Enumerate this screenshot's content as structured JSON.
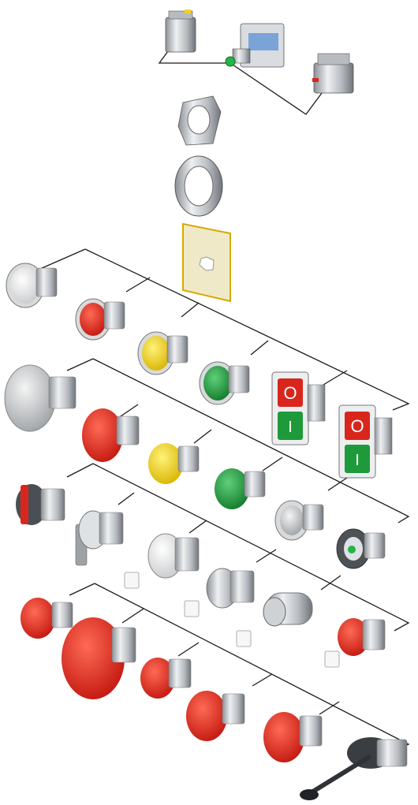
{
  "colors": {
    "background": "#ffffff",
    "connector_line": "#1a1a1a",
    "metal_silver": "#c9ccd0",
    "chrome_dark": "#6b6f75",
    "red": "#d9261c",
    "yellow": "#f2d21a",
    "green": "#1f9a3a",
    "white_cap": "#f3f3f3",
    "plate": "#efe9c7"
  },
  "components": {
    "contact_blocks": [
      "contact-block-grey",
      "contact-block-green-led",
      "contact-block-red"
    ],
    "adapter": "mounting-adapter",
    "ring": "fixing-ring",
    "plate": "legend-plate",
    "row_flush_buttons": [
      "white",
      "red",
      "yellow",
      "green",
      "double-button",
      "double-button"
    ],
    "row_mushroom_buttons": [
      "grey-mushroom",
      "red-mushroom",
      "yellow-mushroom",
      "green-mushroom",
      "pilot-light-grey",
      "pilot-light-green"
    ],
    "row_selectors": [
      "selector-red",
      "selector-grey",
      "key-selector-white",
      "key-selector-silver",
      "key-switch-barrel",
      "key-switch-red"
    ],
    "row_emergency": [
      "red-small",
      "red-large",
      "red-medium",
      "red-twist",
      "red-shrouded",
      "joystick"
    ]
  },
  "double_button_legends": {
    "top": "O",
    "bottom": "I"
  }
}
